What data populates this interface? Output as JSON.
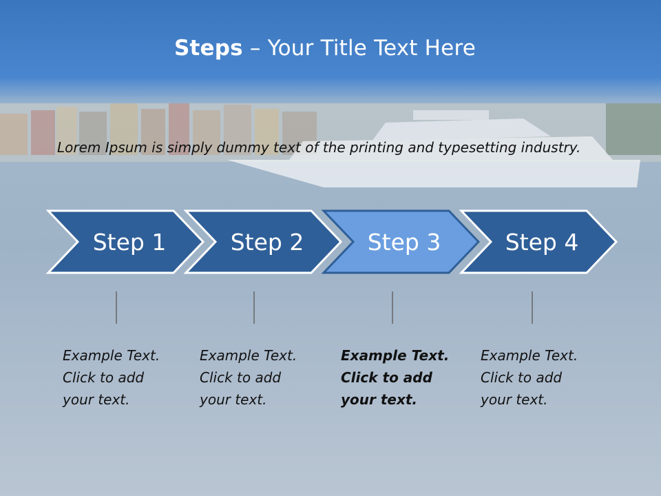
{
  "title": {
    "bold": "Steps",
    "rest": " – Your Title Text Here"
  },
  "subtitle": "Lorem Ipsum is simply dummy text of the printing and typesetting industry.",
  "steps": [
    {
      "label": "Step 1",
      "description": "Example Text.\nClick  to add\nyour text.",
      "highlighted": false
    },
    {
      "label": "Step 2",
      "description": "Example Text.\nClick  to add\nyour text.",
      "highlighted": false
    },
    {
      "label": "Step 3",
      "description": "Example Text.\nClick  to add\nyour text.",
      "highlighted": true
    },
    {
      "label": "Step 4",
      "description": "Example Text.\nClick  to add\nyour text.",
      "highlighted": false
    }
  ],
  "colors": {
    "header": "#3d7cc6",
    "arrow": "#2f5f98",
    "arrow_highlight": "#6a9ee0",
    "arrow_border": "#ffffff"
  }
}
